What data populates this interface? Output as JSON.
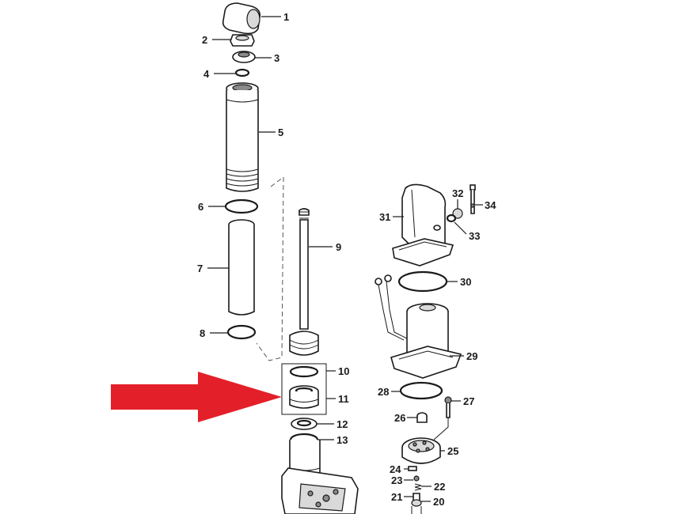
{
  "parts": [
    {
      "id": "p1",
      "number": "1"
    },
    {
      "id": "p2",
      "number": "2"
    },
    {
      "id": "p3",
      "number": "3"
    },
    {
      "id": "p4",
      "number": "4"
    },
    {
      "id": "p5",
      "number": "5"
    },
    {
      "id": "p6",
      "number": "6"
    },
    {
      "id": "p7",
      "number": "7"
    },
    {
      "id": "p8",
      "number": "8"
    },
    {
      "id": "p9",
      "number": "9"
    },
    {
      "id": "p10",
      "number": "10"
    },
    {
      "id": "p11",
      "number": "11"
    },
    {
      "id": "p12",
      "number": "12"
    },
    {
      "id": "p13",
      "number": "13"
    },
    {
      "id": "p20",
      "number": "20"
    },
    {
      "id": "p21",
      "number": "21"
    },
    {
      "id": "p22",
      "number": "22"
    },
    {
      "id": "p23",
      "number": "23"
    },
    {
      "id": "p24",
      "number": "24"
    },
    {
      "id": "p25",
      "number": "25"
    },
    {
      "id": "p26",
      "number": "26"
    },
    {
      "id": "p27",
      "number": "27"
    },
    {
      "id": "p28",
      "number": "28"
    },
    {
      "id": "p29",
      "number": "29"
    },
    {
      "id": "p30",
      "number": "30"
    },
    {
      "id": "p31",
      "number": "31"
    },
    {
      "id": "p32",
      "number": "32"
    },
    {
      "id": "p33",
      "number": "33"
    },
    {
      "id": "p34",
      "number": "34"
    }
  ],
  "highlight": {
    "points_to": "11",
    "color": "#e3202a"
  },
  "colors": {
    "line": "#1a1a1a",
    "background": "#ffffff"
  }
}
